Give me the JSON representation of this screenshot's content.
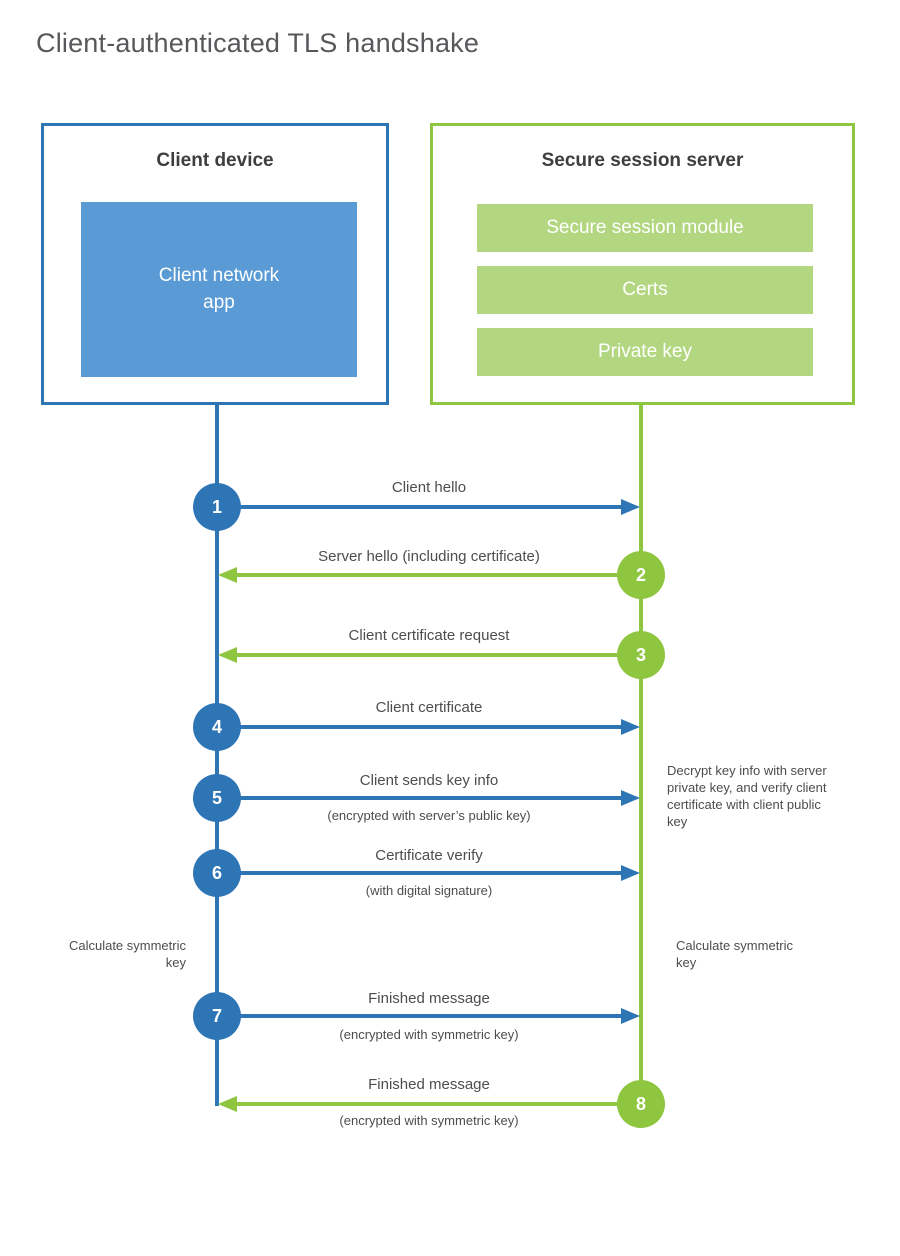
{
  "title": "Client-authenticated TLS handshake",
  "client": {
    "title": "Client device",
    "app": "Client network app"
  },
  "server": {
    "title": "Secure session server",
    "modules": [
      "Secure session module",
      "Certs",
      "Private key"
    ]
  },
  "messages": [
    {
      "step": "1",
      "label": "Client hello",
      "sublabel": ""
    },
    {
      "step": "2",
      "label": "Server hello (including certificate)",
      "sublabel": ""
    },
    {
      "step": "3",
      "label": "Client certificate request",
      "sublabel": ""
    },
    {
      "step": "4",
      "label": "Client certificate",
      "sublabel": ""
    },
    {
      "step": "5",
      "label": "Client sends key info",
      "sublabel": "(encrypted with server’s public key)"
    },
    {
      "step": "6",
      "label": "Certificate verify",
      "sublabel": "(with digital signature)"
    },
    {
      "step": "7",
      "label": "Finished message",
      "sublabel": "(encrypted with symmetric key)"
    },
    {
      "step": "8",
      "label": "Finished message",
      "sublabel": "(encrypted with symmetric key)"
    }
  ],
  "notes": {
    "decrypt_note": "Decrypt key info with server private key, and verify client certificate with client public key",
    "calculate_left": "Calculate symmetric key",
    "calculate_right": "Calculate symmetric key"
  },
  "colors": {
    "blue": "#2e75b6",
    "blue_light": "#5b9bd5",
    "green": "#8ec63f",
    "green_light": "#b2d780"
  }
}
